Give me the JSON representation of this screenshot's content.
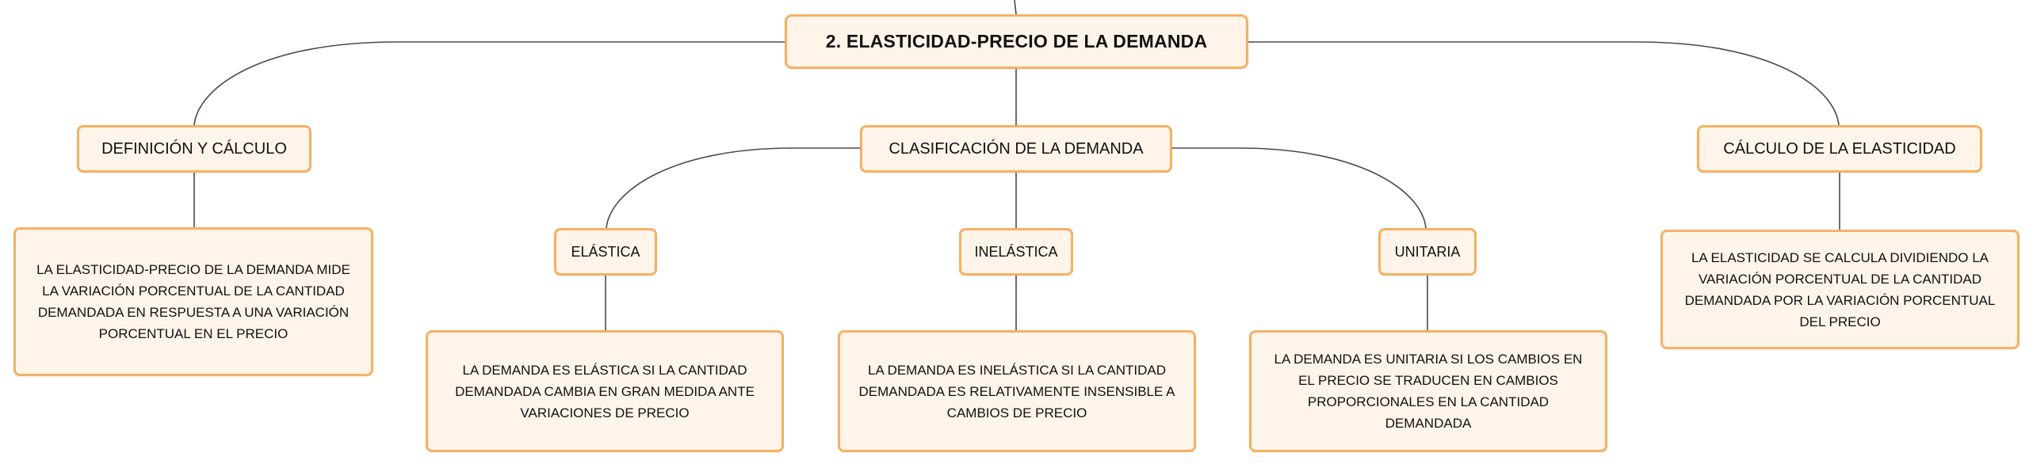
{
  "map": {
    "root": "2. ELASTICIDAD-PRECIO DE LA DEMANDA",
    "left": {
      "title": "DEFINICIÓN Y CÁLCULO",
      "description": "LA ELASTICIDAD-PRECIO DE LA DEMANDA MIDE LA VARIACIÓN PORCENTUAL DE LA CANTIDAD DEMANDADA EN RESPUESTA A UNA VARIACIÓN PORCENTUAL EN EL PRECIO"
    },
    "center": {
      "title": "CLASIFICACIÓN DE LA DEMANDA",
      "children": [
        {
          "title": "ELÁSTICA",
          "description": "LA DEMANDA ES ELÁSTICA SI LA CANTIDAD DEMANDADA CAMBIA EN GRAN MEDIDA ANTE VARIACIONES DE PRECIO"
        },
        {
          "title": "INELÁSTICA",
          "description": "LA DEMANDA ES INELÁSTICA SI LA CANTIDAD DEMANDADA ES RELATIVAMENTE INSENSIBLE A CAMBIOS DE PRECIO"
        },
        {
          "title": "UNITARIA",
          "description": "LA DEMANDA ES UNITARIA SI LOS CAMBIOS EN EL PRECIO SE TRADUCEN EN CAMBIOS PROPORCIONALES EN LA CANTIDAD DEMANDADA"
        }
      ]
    },
    "right": {
      "title": "CÁLCULO DE LA ELASTICIDAD",
      "description": "LA ELASTICIDAD SE CALCULA DIVIDIENDO LA VARIACIÓN PORCENTUAL DE LA CANTIDAD DEMANDADA POR LA VARIACIÓN PORCENTUAL DEL PRECIO"
    }
  },
  "colors": {
    "node_fill": "#fef4ea",
    "node_border": "#f5b162",
    "connector": "#4a4a4a",
    "text": "#111111"
  }
}
